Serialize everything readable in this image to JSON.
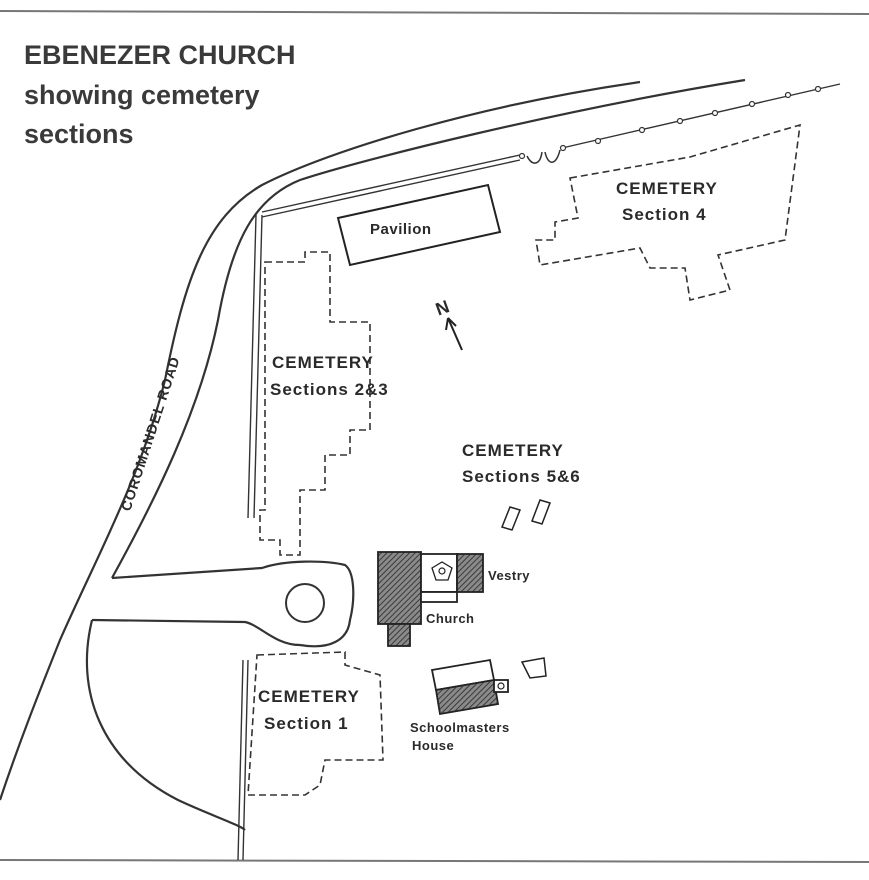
{
  "title": {
    "line1": "EBENEZER CHURCH",
    "line2": "showing cemetery",
    "line3": "sections"
  },
  "labels": {
    "pavilion": "Pavilion",
    "cemetery_4": {
      "name": "CEMETERY",
      "section": "Section 4"
    },
    "cemetery_2_3": {
      "name": "CEMETERY",
      "section": "Sections 2&3"
    },
    "cemetery_5_6": {
      "name": "CEMETERY",
      "section": "Sections 5&6"
    },
    "cemetery_1": {
      "name": "CEMETERY",
      "section": "Section 1"
    },
    "church": "Church",
    "vestry": "Vestry",
    "schoolmasters_line1": "Schoolmasters",
    "schoolmasters_line2": "House",
    "road": "COROMANDEL ROAD",
    "north": "N"
  }
}
